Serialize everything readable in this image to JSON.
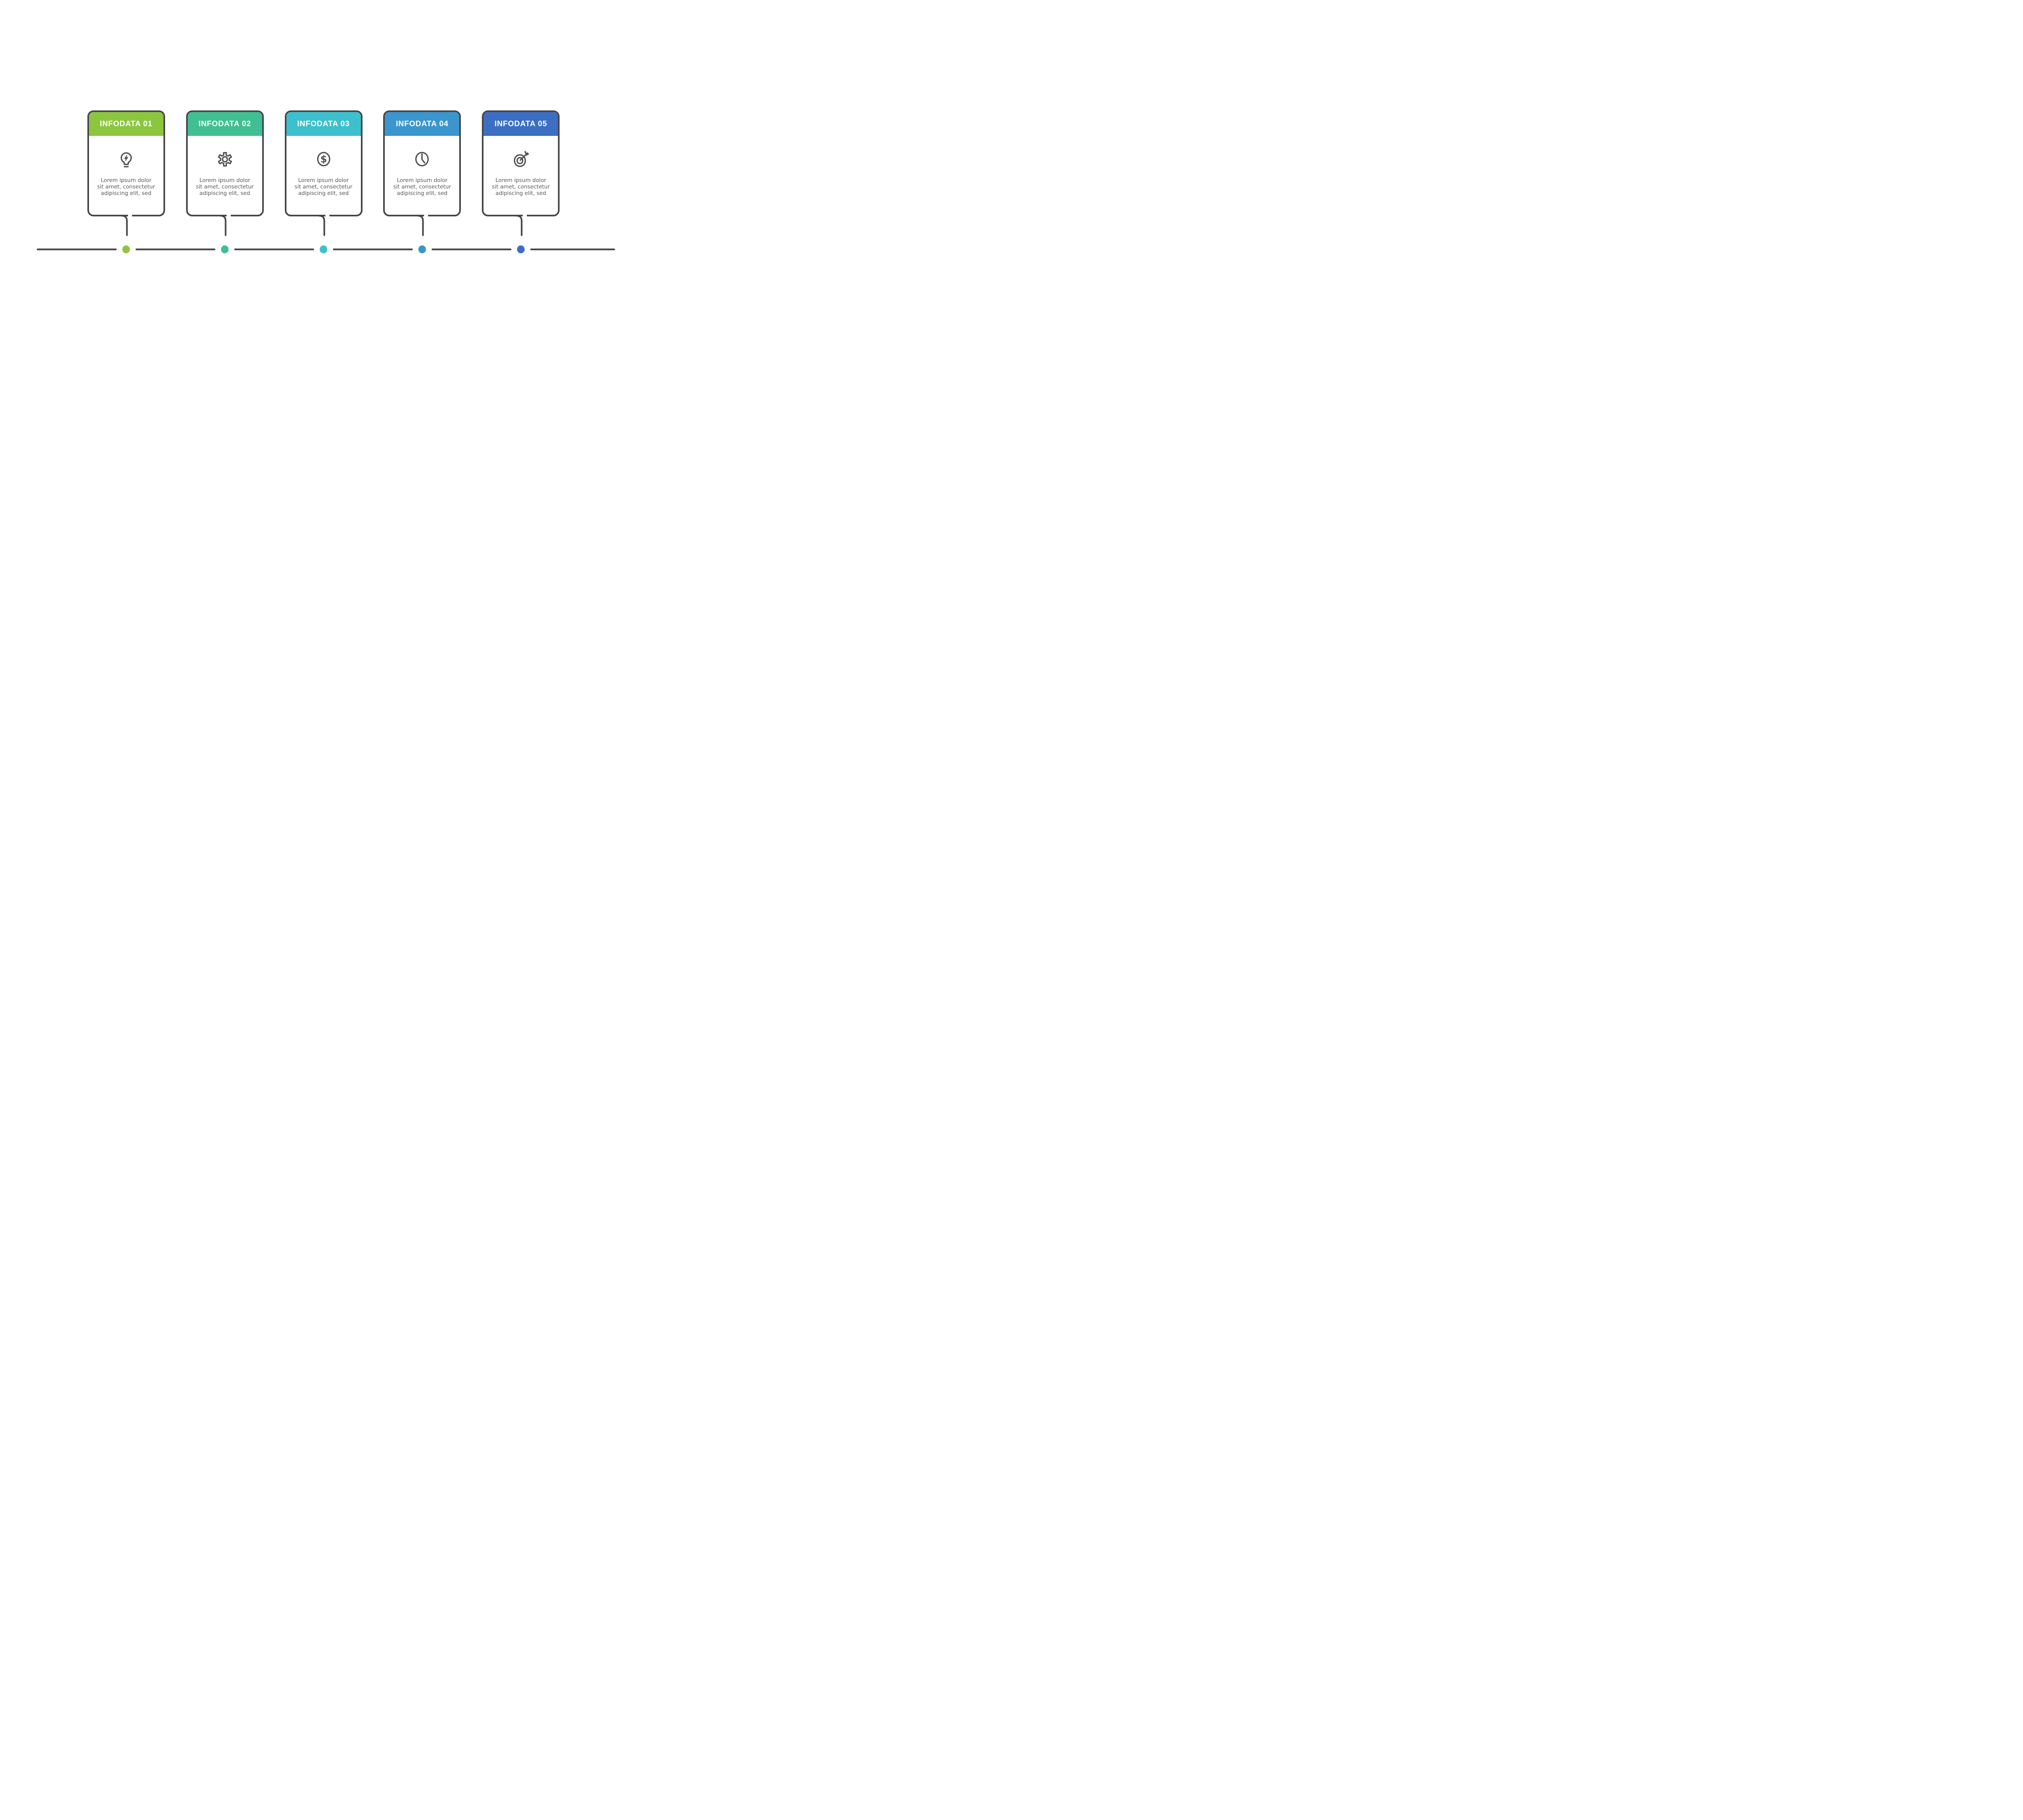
{
  "palette": {
    "outline": "#454547",
    "body_text": "#56585B",
    "icon_stroke": "#4D4E50",
    "background": "#FFFFFF",
    "title_text": "#FFFFFF"
  },
  "cards": [
    {
      "title": "INFODATA 01",
      "color": "#8CC63F",
      "icon": "lightbulb-bolt-icon",
      "body_lines": [
        "Lorem ipsum dolor",
        "sit amet, consectetur",
        "adipiscing elit, sed"
      ]
    },
    {
      "title": "INFODATA 02",
      "color": "#3FBF92",
      "icon": "gear-icon",
      "body_lines": [
        "Lorem ipsum dolor",
        "sit amet, consectetur",
        "adipiscing elit, sed"
      ]
    },
    {
      "title": "INFODATA 03",
      "color": "#3DC0CD",
      "icon": "dollar-circle-icon",
      "body_lines": [
        "Lorem ipsum dolor",
        "sit amet, consectetur",
        "adipiscing elit, sed"
      ]
    },
    {
      "title": "INFODATA 04",
      "color": "#3B96CE",
      "icon": "clock-icon",
      "body_lines": [
        "Lorem ipsum dolor",
        "sit amet, consectetur",
        "adipiscing elit, sed"
      ]
    },
    {
      "title": "INFODATA 05",
      "color": "#3C6FC4",
      "icon": "target-arrow-icon",
      "body_lines": [
        "Lorem ipsum dolor",
        "sit amet, consectetur",
        "adipiscing elit, sed"
      ]
    }
  ]
}
